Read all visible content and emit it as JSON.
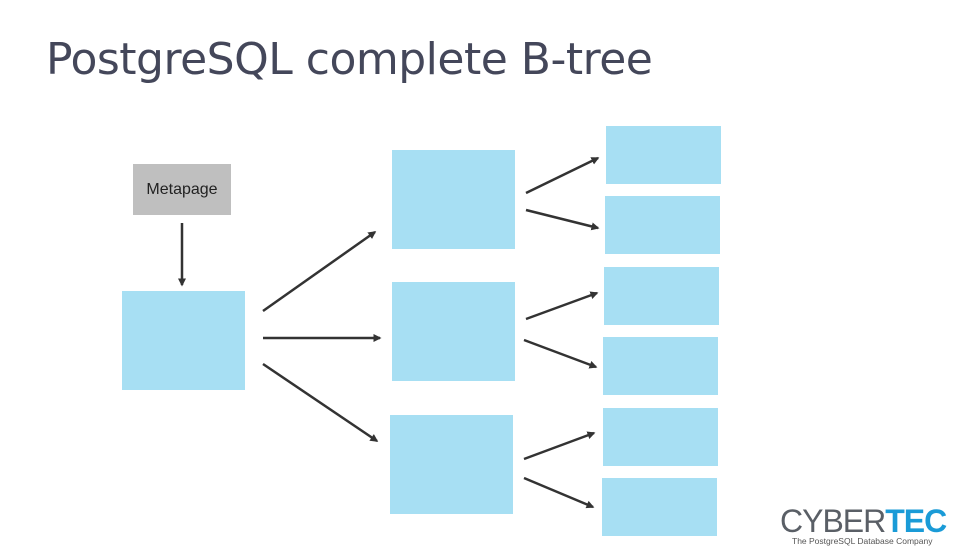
{
  "slide": {
    "title": "PostgreSQL complete B-tree"
  },
  "diagram": {
    "metapage_label": "Metapage",
    "colors": {
      "page_fill": "#a7dff3",
      "metapage_fill": "#bfbfbf",
      "arrow": "#333333"
    }
  },
  "logo": {
    "word_part1": "CYBER",
    "word_part2": "TEC",
    "tagline": "The PostgreSQL Database Company",
    "colors": {
      "part1": "#5a5f66",
      "part2": "#1a9bd7"
    }
  }
}
